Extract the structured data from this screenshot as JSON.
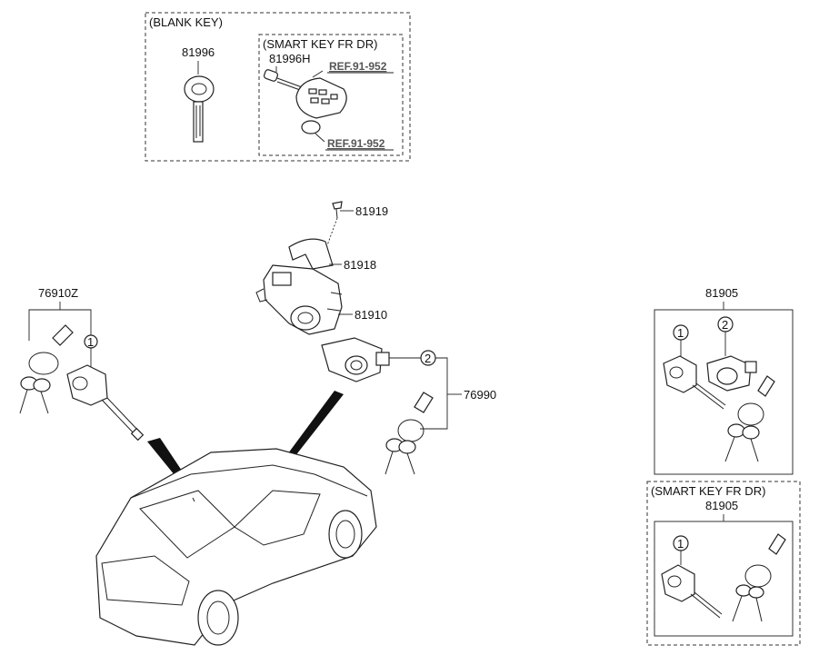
{
  "blank_key_box": {
    "title": "(BLANK KEY)",
    "part_no": "81996"
  },
  "smart_key_box_top": {
    "title": "(SMART KEY FR DR)",
    "part_no": "81996H",
    "ref_1": "REF.91-952",
    "ref_2": "REF.91-952"
  },
  "labels": {
    "p81919": "81919",
    "p81918": "81918",
    "p81910": "81910",
    "p76910z": "76910Z",
    "p76990": "76990",
    "p81905": "81905",
    "p81905b": "81905"
  },
  "callouts": {
    "one": "1",
    "two": "2"
  },
  "smart_key_box_bottom": {
    "title": "(SMART KEY FR DR)"
  },
  "colors": {
    "line": "#222222",
    "ref_text": "#555555"
  }
}
